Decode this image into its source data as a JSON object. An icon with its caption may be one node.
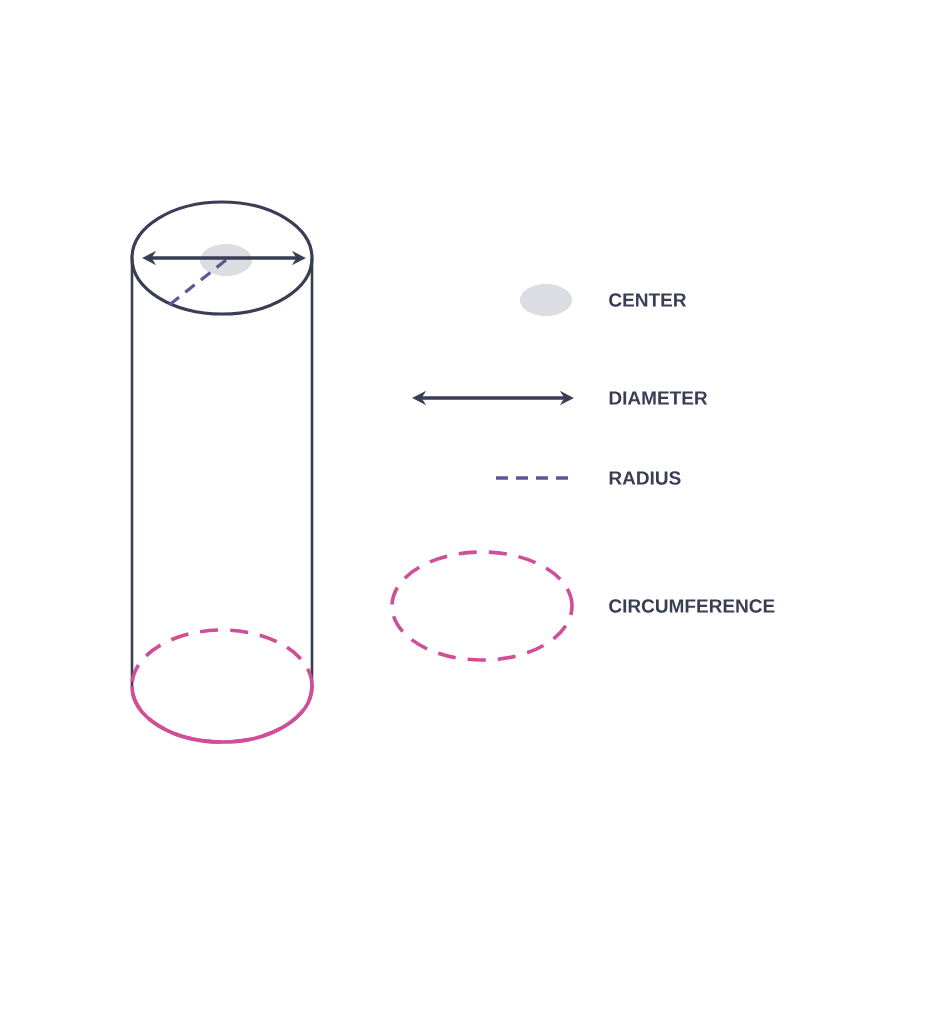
{
  "diagram": {
    "legend": [
      {
        "text": "CENTER",
        "color": "#dcdde3"
      },
      {
        "text": "DIAMETER"
      },
      {
        "text": "RADIUS"
      },
      {
        "text": "CIRCUMFERENCE"
      }
    ]
  }
}
